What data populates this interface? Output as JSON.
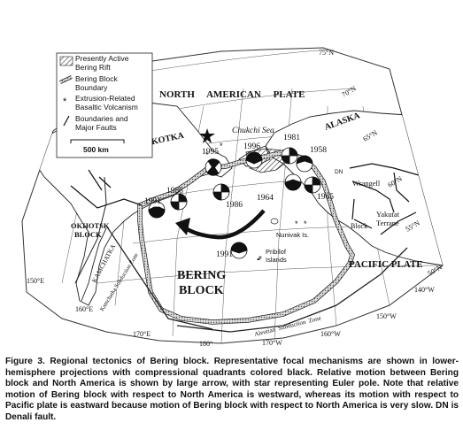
{
  "legend": {
    "rift": "Presently Active",
    "rift_2": "Bering Rift",
    "boundary": "Bering Block",
    "boundary_2": "Boundary",
    "volcanism": "Extrusion-Related",
    "volcanism_2": "Basaltic Volcanism",
    "faults": "Boundaries and",
    "faults_2": "Major Faults",
    "scale": "500 km"
  },
  "labels": {
    "north_american_plate": "NORTH     AMERICAN     PLATE",
    "chukchi_sea": "Chukchi Sea",
    "alaska": "ALASKA",
    "chukotka": "CHUKOTKA",
    "okhotsk_1": "OKHOTSK",
    "okhotsk_2": "BLOCK",
    "kamchatka": "KAMCHATKA",
    "bering_1": "BERING",
    "bering_2": "BLOCK",
    "pacific_plate": "PACIFIC PLATE",
    "wrangell": "Wrangell",
    "block": "Block",
    "yakutat_1": "Yakutat",
    "yakutat_2": "Terrane",
    "nunivak": "Nunivak Is.",
    "pribilof_1": "Pribilof",
    "pribilof_2": "Islands",
    "dn": "DN",
    "aleutian": "Aleutian  Subduction  Zone",
    "kamchatka_sz": "Kamchatka Subduction Zone"
  },
  "events": [
    "1991",
    "1988",
    "1986",
    "1995",
    "1996",
    "1981",
    "1958",
    "1965",
    "1964",
    "1991"
  ],
  "graticule": {
    "lat_75": "75°N",
    "lat_70": "70°N",
    "lat_65": "65°N",
    "lat_60": "60°N",
    "lat_55": "55°N",
    "lat_50": "50°N",
    "lon_150e": "150°E",
    "lon_160e": "160°E",
    "lon_170e": "170°E",
    "lon_180": "180°",
    "lon_170w": "170°W",
    "lon_160w": "160°W",
    "lon_150w": "150°W",
    "lon_140w": "140°W"
  },
  "caption": "Figure 3. Regional tectonics of Bering block. Representative focal mechanisms are shown in lower-hemisphere projections with compressional quadrants colored black. Relative motion between Bering block and North America is shown by large arrow, with star representing Euler pole. Note that relative motion of Bering block with respect to North America is westward, whereas its motion with respect to Pacific plate is eastward because motion of Bering block with respect to North America is very slow. DN is Denali fault."
}
